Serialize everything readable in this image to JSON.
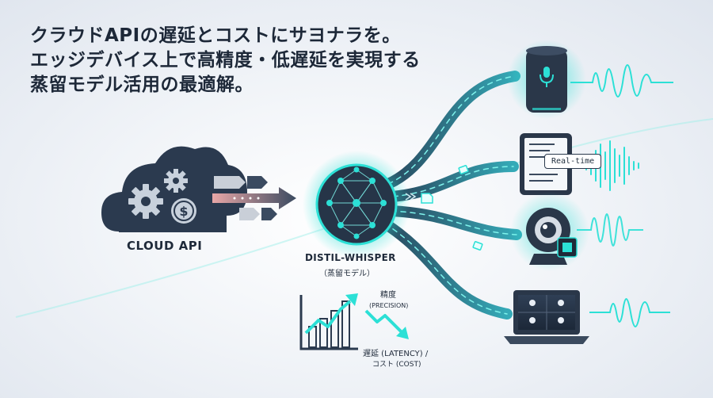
{
  "headline": {
    "line1": "クラウドAPIの遅延とコストにサヨナラを。",
    "line2": "エッジデバイス上で高精度・低遅延を実現する",
    "line3": "蒸留モデル活用の最適解。"
  },
  "cloud": {
    "label": "CLOUD API",
    "icons": [
      "gear-icon",
      "dollar-icon"
    ]
  },
  "model": {
    "name": "DISTIL-WHISPER",
    "sub": "（蒸留モデル）"
  },
  "metrics": {
    "accuracy_label": "精度",
    "accuracy_sub": "(PRECISION)",
    "latency_label": "遅延 (LATENCY) /",
    "cost_label": "コスト (COST)"
  },
  "devices": {
    "tablet_badge": "Real-time",
    "items": [
      "smart-speaker-icon",
      "tablet-icon",
      "webcam-icon",
      "laptop-video-call-icon"
    ]
  },
  "colors": {
    "accent": "#2ce0d6",
    "dark": "#2b3a4f",
    "danger": "#e24b4b"
  }
}
